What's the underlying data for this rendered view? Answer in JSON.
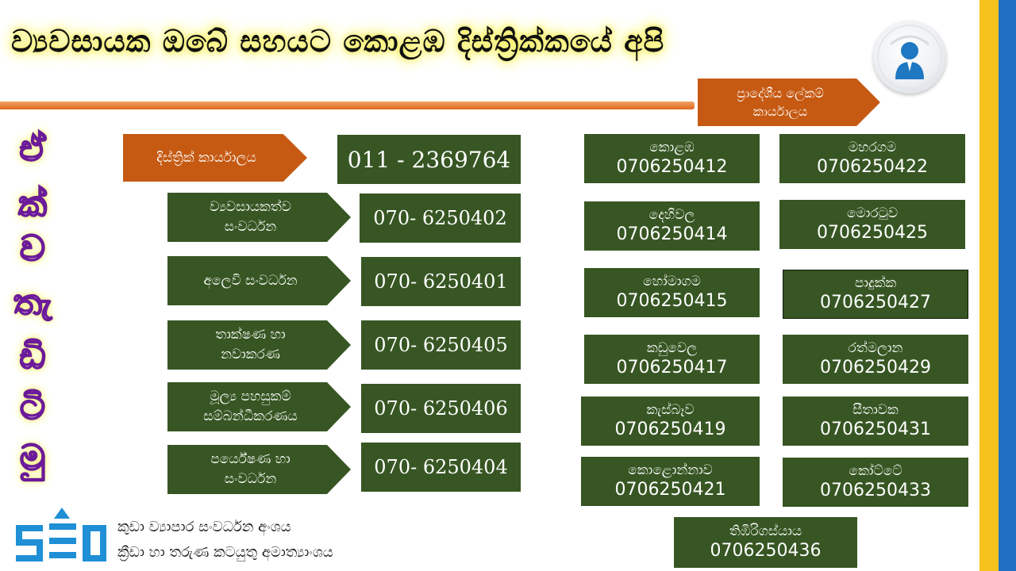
{
  "title": "ව්‍යවසායක ඔබේ සහයට කොළඹ දිස්ත්‍රික්කයේ  අපි",
  "vertical_letters": [
    "ඒ",
    "ක්",
    "ව",
    "තැ",
    "ඩි",
    "ටි",
    "මු"
  ],
  "district_office": {
    "label": "දිස්ත්‍රික් කාර්යාලය",
    "phone": "011 - 2369764"
  },
  "units": [
    {
      "label_line1": "ව්‍යවසායකත්ව",
      "label_line2": "සංවර්ධන",
      "phone": "070- 6250402"
    },
    {
      "label_line1": "අලෙවි සංවර්ධන",
      "label_line2": "",
      "phone": "070- 6250401"
    },
    {
      "label_line1": "තාක්ෂණ හා",
      "label_line2": "නවාකරණ",
      "phone": "070- 6250405"
    },
    {
      "label_line1": "මූල්‍ය පහසුකම්",
      "label_line2": "සම්බන්ධීකරණය",
      "phone": "070- 6250406"
    },
    {
      "label_line1": "පර්යේෂණ හා",
      "label_line2": "සංවර්ධන",
      "phone": "070- 6250404"
    }
  ],
  "divisional_header": {
    "line1": "ප්‍රාදේශීය ලේකම්",
    "line2": "කාර්යාලය"
  },
  "offices": [
    {
      "name": "කොළඹ",
      "phone": "0706250412"
    },
    {
      "name": "මහරගම",
      "phone": "0706250422"
    },
    {
      "name": "දෙහිවල",
      "phone": "0706250414"
    },
    {
      "name": "මොරටුව",
      "phone": "0706250425"
    },
    {
      "name": "හෝමාගම",
      "phone": "0706250415"
    },
    {
      "name": "පාදුක්ක",
      "phone": "0706250427"
    },
    {
      "name": "කඩුවෙල",
      "phone": "0706250417"
    },
    {
      "name": "රත්මලාන",
      "phone": "0706250429"
    },
    {
      "name": "කැස්බෑව",
      "phone": "0706250419"
    },
    {
      "name": "සීතාවක",
      "phone": "0706250431"
    },
    {
      "name": "කොළොන්නාව",
      "phone": "0706250421"
    },
    {
      "name": "කෝට්ටේ",
      "phone": "0706250433"
    },
    {
      "name": "තිඹිරිගස්යාය",
      "phone": "0706250436"
    }
  ],
  "footer": {
    "line1": "කුඩා ව්‍යාපාර සංවර්ධන අංශය",
    "line2": "ක්‍රීඩා හා තරුණ කටයුතු අමාත්‍යාංශය"
  },
  "colors": {
    "green": "#375623",
    "orange": "#c65a13",
    "yellow": "#f6c21c",
    "blue": "#1f6fc4"
  },
  "icons": {
    "avatar": "contact-person-icon",
    "logo": "sed-logo-icon"
  }
}
